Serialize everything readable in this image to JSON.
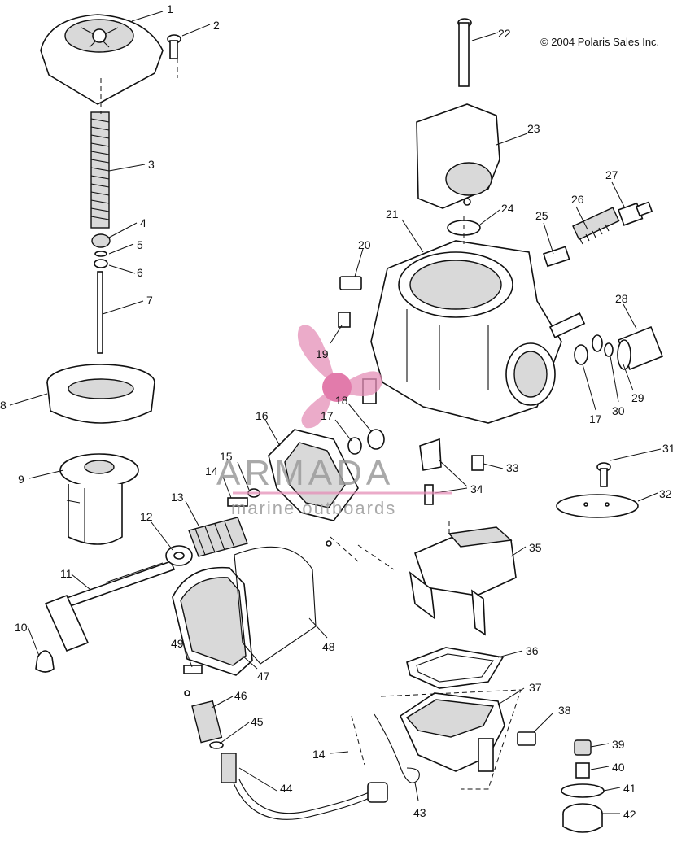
{
  "copyright": "© 2004 Polaris Sales Inc.",
  "watermark": {
    "brand": "ARMADA",
    "tagline": "marine outboards",
    "accent_color": "#e58fb8",
    "text_color": "#9a9a9a"
  },
  "callouts": [
    "1",
    "2",
    "3",
    "4",
    "5",
    "6",
    "7",
    "8",
    "9",
    "10",
    "11",
    "12",
    "13",
    "14",
    "15",
    "16",
    "17",
    "18",
    "19",
    "20",
    "21",
    "22",
    "23",
    "24",
    "25",
    "26",
    "27",
    "28",
    "29",
    "30",
    "17",
    "31",
    "32",
    "33",
    "34",
    "35",
    "36",
    "37",
    "38",
    "39",
    "40",
    "41",
    "42",
    "43",
    "44",
    "45",
    "46",
    "47",
    "48",
    "49",
    "14"
  ]
}
